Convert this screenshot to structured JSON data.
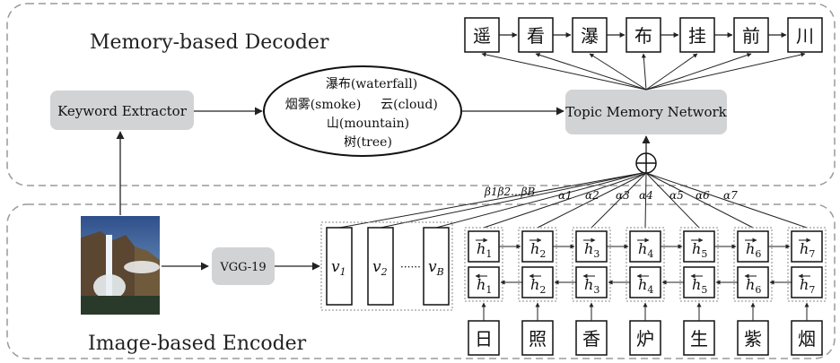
{
  "decoder": {
    "title": "Memory-based Decoder",
    "keyword_extractor": "Keyword Extractor",
    "topic_memory": "Topic Memory Network",
    "keywords": [
      "瀑布(waterfall)",
      "烟雾(smoke)",
      "云(cloud)",
      "山(mountain)",
      "树(tree)"
    ],
    "output_chars": [
      "遥",
      "看",
      "瀑",
      "布",
      "挂",
      "前",
      "川"
    ],
    "combine_symbol": "⊕"
  },
  "encoder": {
    "title": "Image-based Encoder",
    "vgg": "VGG-19",
    "visual_vectors": [
      "v",
      "v",
      "v"
    ],
    "visual_subscripts": [
      "1",
      "2",
      "B"
    ],
    "ellipsis": "······",
    "beta_labels": "β1β2...βB",
    "alpha_labels": [
      "α1",
      "α2",
      "α3",
      "α4",
      "α5",
      "α6",
      "α7"
    ],
    "forward_h": [
      "h1",
      "h2",
      "h3",
      "h4",
      "h5",
      "h6",
      "h7"
    ],
    "backward_h": [
      "h1",
      "h2",
      "h3",
      "h4",
      "h5",
      "h6",
      "h7"
    ],
    "input_chars": [
      "日",
      "照",
      "香",
      "炉",
      "生",
      "紫",
      "烟"
    ]
  },
  "colors": {
    "box_fill": "#d1d3d4",
    "line": "#222222",
    "dashed": "#9a9a9a"
  }
}
